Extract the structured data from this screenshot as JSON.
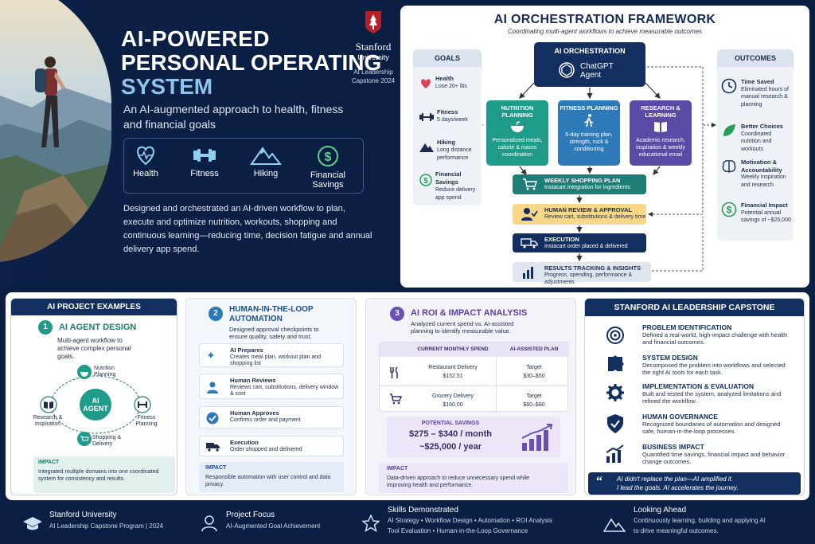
{
  "hero": {
    "title_line1": "AI-POWERED",
    "title_line2": "PERSONAL OPERATING",
    "title_line3": "SYSTEM",
    "subtitle": "An AI-augmented approach to health, fitness and financial goals",
    "icons": [
      {
        "label": "Health",
        "icon": "heart-pulse-icon"
      },
      {
        "label": "Fitness",
        "icon": "dumbbell-icon"
      },
      {
        "label": "Hiking",
        "icon": "mountain-icon"
      },
      {
        "label": "Financial Savings",
        "icon": "dollar-coin-icon"
      }
    ],
    "description": "Designed and orchestrated an AI-driven workflow to plan, execute and optimize nutrition, workouts, shopping and continuous learning—reducing time, decision fatigue and annual delivery app spend."
  },
  "stanford": {
    "name": "Stanford",
    "university": "University",
    "capstone": "AI Leadership Capstone 2024"
  },
  "framework": {
    "title": "AI ORCHESTRATION FRAMEWORK",
    "subtitle": "Coordinating multi-agent workflows to achieve measurable outcomes",
    "goals_title": "GOALS",
    "goals": [
      {
        "title": "Health",
        "detail": "Lose 20+ lbs",
        "icon": "heart-icon"
      },
      {
        "title": "Fitness",
        "detail": "5 days/week",
        "icon": "dumbbell-icon"
      },
      {
        "title": "Hiking",
        "detail": "Long distance performance",
        "icon": "mountain-icon"
      },
      {
        "title": "Financial Savings",
        "detail": "Reduce delivery app spend",
        "icon": "dollar-icon"
      }
    ],
    "orchestration_title": "AI ORCHESTRATION",
    "agent_label": "ChatGPT Agent",
    "agents": [
      {
        "title": "NUTRITION PLANNING",
        "detail": "Personalized meals, calorie & macro coordination",
        "color": "#1f9b8a"
      },
      {
        "title": "FITNESS PLANNING",
        "detail": "5-day training plan, strength, ruck & conditioning",
        "color": "#2e79b8"
      },
      {
        "title": "RESEARCH & LEARNING",
        "detail": "Academic research, inspiration & weekly educational email",
        "color": "#5a4aa6"
      }
    ],
    "steps": [
      {
        "title": "WEEKLY SHOPPING PLAN",
        "detail": "Instacart integration for ingredients",
        "color": "#1e7d75"
      },
      {
        "title": "HUMAN REVIEW & APPROVAL",
        "detail": "Review cart, substitutions & delivery time",
        "color": "#f6d888"
      },
      {
        "title": "EXECUTION",
        "detail": "Instacart order placed & delivered",
        "color": "#132f60"
      },
      {
        "title": "RESULTS TRACKING & INSIGHTS",
        "detail": "Progress, spending, performance & adjustments",
        "color": "#dfe6f0"
      }
    ],
    "outcomes_title": "OUTCOMES",
    "outcomes": [
      {
        "title": "Time Saved",
        "detail": "Eliminated hours of manual research & planning",
        "icon": "clock-icon"
      },
      {
        "title": "Better Choices",
        "detail": "Coordinated nutrition and workouts",
        "icon": "leaf-icon"
      },
      {
        "title": "Motivation & Accountability",
        "detail": "Weekly inspiration and research",
        "icon": "brain-icon"
      },
      {
        "title": "Financial Impact",
        "detail": "Potential annual savings of ~$25,000",
        "icon": "dollar-icon"
      }
    ]
  },
  "examples": {
    "header": "AI PROJECT EXAMPLES",
    "number": "1",
    "title": "AI AGENT DESIGN",
    "desc": "Multi-agent workflow to achieve complex personal goals.",
    "center": "AI AGENT",
    "nodes": [
      "Nutrition Planning",
      "Fitness Planning",
      "Shopping & Delivery",
      "Research & Inspiration"
    ],
    "impact_label": "IMPACT",
    "impact": "Integrated multiple domains into one coordinated system for consistency and results."
  },
  "hitl": {
    "number": "2",
    "title": "HUMAN-IN-THE-LOOP AUTOMATION",
    "desc": "Designed approval checkpoints to ensure quality, safety and trust.",
    "steps": [
      {
        "title": "AI Prepares",
        "detail": "Creates meal plan, workout plan and shopping list"
      },
      {
        "title": "Human Reviews",
        "detail": "Reviews cart, substitutions, delivery window & cost"
      },
      {
        "title": "Human Approves",
        "detail": "Confirms order and payment"
      },
      {
        "title": "Execution",
        "detail": "Order shopped and delivered"
      }
    ],
    "impact_label": "IMPACT",
    "impact": "Responsible automation with user control and data privacy."
  },
  "roi": {
    "number": "3",
    "title": "AI ROI & IMPACT ANALYSIS",
    "desc": "Analyzed current spend vs. AI-assisted planning to identify measurable value.",
    "col1": "CURRENT MONTHLY SPEND",
    "col2": "AI-ASSISTED PLAN",
    "rows": [
      {
        "label": "Restaurant Delivery",
        "current": "$152.51",
        "target_label": "Target",
        "target": "$30–$50"
      },
      {
        "label": "Grocery Delivery",
        "current": "$160.00",
        "target_label": "Target",
        "target": "$60–$80"
      }
    ],
    "savings_label": "POTENTIAL SAVINGS",
    "savings_month": "$275 – $340 / month",
    "savings_year": "~$25,000 / year",
    "impact_label": "IMPACT",
    "impact": "Data-driven approach to reduce unnecessary spend while improving health and performance."
  },
  "capstone": {
    "header": "STANFORD AI LEADERSHIP CAPSTONE",
    "items": [
      {
        "title": "PROBLEM IDENTIFICATION",
        "detail": "Defined a real-world, high-impact challenge with health and financial outcomes."
      },
      {
        "title": "SYSTEM DESIGN",
        "detail": "Decomposed the problem into workflows and selected the right AI tools for each task."
      },
      {
        "title": "IMPLEMENTATION & EVALUATION",
        "detail": "Built and tested the system, analyzed limitations and refined the workflow."
      },
      {
        "title": "HUMAN GOVERNANCE",
        "detail": "Recognized boundaries of automation and designed safe, human-in-the-loop processes."
      },
      {
        "title": "BUSINESS IMPACT",
        "detail": "Quantified time savings, financial impact and behavior change outcomes."
      }
    ],
    "quote1": "AI didn't replace the plan—AI amplified it.",
    "quote2": "I lead the goals. AI accelerates the journey."
  },
  "footer": [
    {
      "title": "Stanford University",
      "sub": "AI Leadership Capstone Program  |  2024",
      "icon": "graduation-cap-icon"
    },
    {
      "title": "Project Focus",
      "sub": "AI-Augmented Goal Achievement",
      "icon": "user-icon"
    },
    {
      "title": "Skills Demonstrated",
      "sub": "AI Strategy  •  Workflow Design  •  Automation  •  ROI Analysis",
      "sub2": "Tool Evaluation  •  Human-in-the-Loop Governance",
      "icon": "star-icon"
    },
    {
      "title": "Looking Ahead",
      "sub": "Continuously learning, building and applying AI",
      "sub2": "to drive meaningful outcomes.",
      "icon": "mountain-icon"
    }
  ]
}
